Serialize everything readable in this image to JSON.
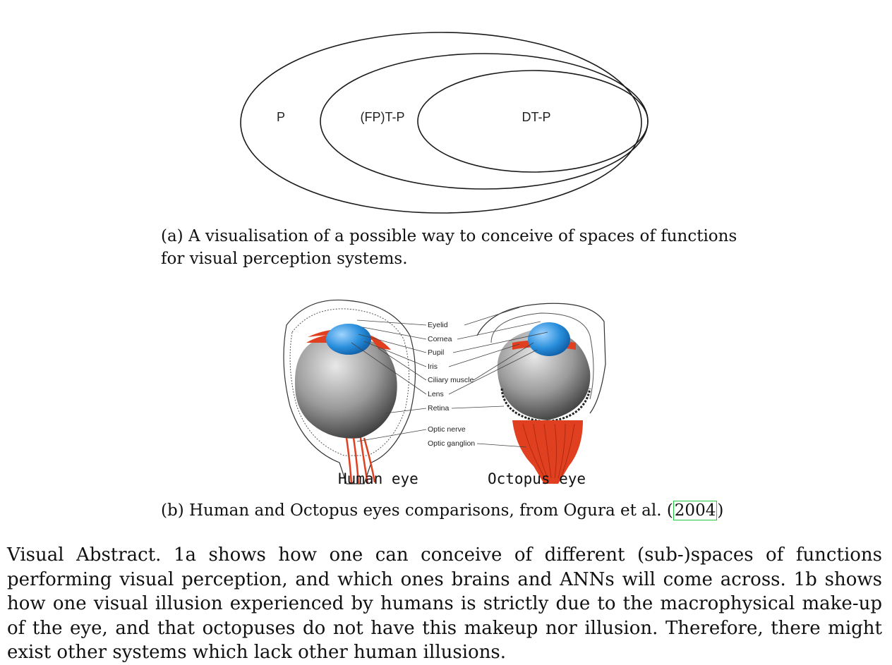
{
  "figure_a": {
    "sets": [
      "P",
      "(FP)T-P",
      "DT-P"
    ],
    "caption": "(a) A visualisation of a possible way to conceive of spaces of functions for visual perception systems."
  },
  "figure_b": {
    "eyes": [
      "Human eye",
      "Octopus eye"
    ],
    "parts": [
      "Eyelid",
      "Cornea",
      "Pupil",
      "Iris",
      "Ciliary muscle",
      "Lens",
      "Retina",
      "Optic nerve",
      "Optic ganglion"
    ],
    "caption_prefix": "(b) Human and Octopus eyes comparisons, from Ogura et al. (",
    "citation_year": "2004",
    "caption_suffix": ")"
  },
  "abstract": "Visual Abstract. 1a shows how one can conceive of different (sub-)spaces of functions performing visual perception, and which ones brains and ANNs will come across. 1b shows how one visual illusion experienced by humans is strictly due to the macrophysical make-up of the eye, and that octopuses do not have this makeup nor illusion. Therefore, there might exist other systems which lack other human illusions.",
  "colors": {
    "lens_blue": "#2a8fdc",
    "muscle_red": "#e0401f",
    "citation_box": "#21c93a"
  }
}
